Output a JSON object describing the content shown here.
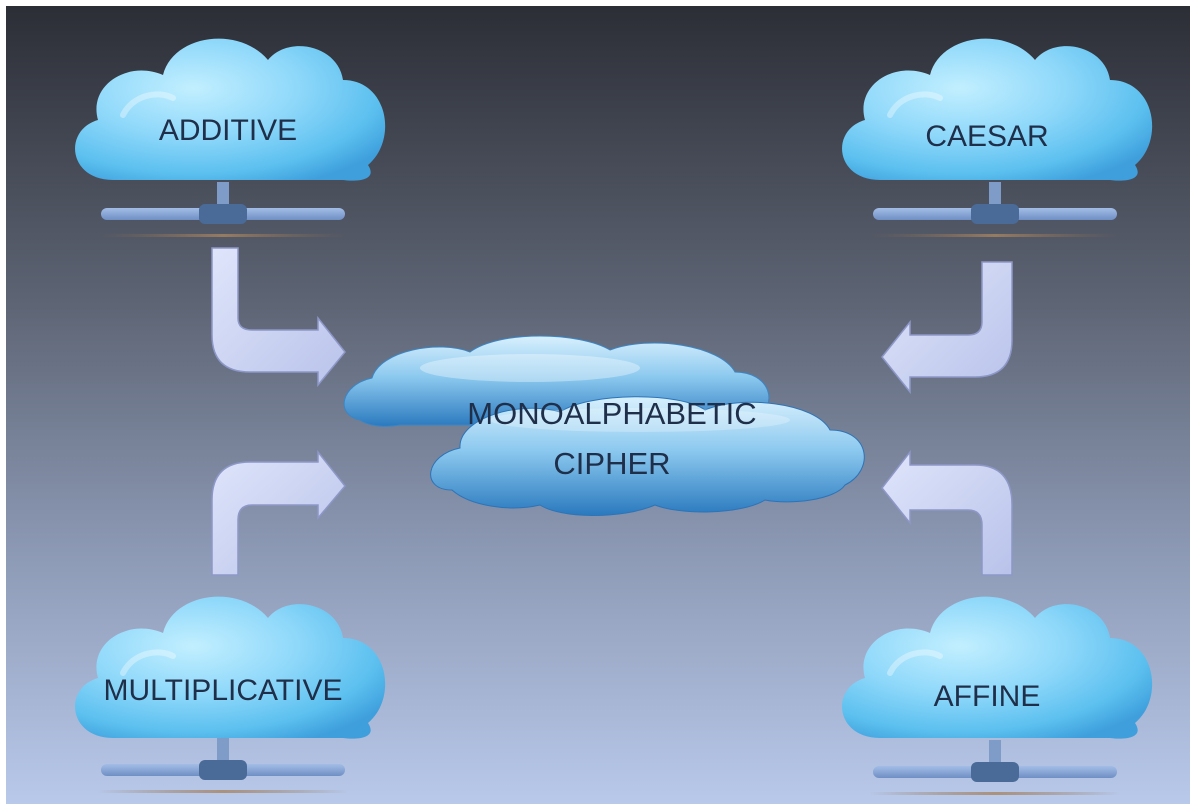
{
  "diagram": {
    "center": {
      "line1": "MONOALPHABETIC",
      "line2": "CIPHER"
    },
    "nodes": {
      "additive": "ADDITIVE",
      "caesar": "CAESAR",
      "multiplicative": "MULTIPLICATIVE",
      "affine": "AFFINE"
    }
  },
  "colors": {
    "background_top": "#2e3038",
    "background_bottom": "#b6c6e6",
    "cloud_light": "#a9e4fb",
    "cloud_mid": "#5fc3f0",
    "cloud_dark": "#3ba6de",
    "center_cloud_dark": "#2b7fc4",
    "arrow_fill": "#cbd3f0",
    "arrow_stroke": "#8d97c8",
    "network_bar": "#8aa6d4",
    "network_hub": "#4d6c98"
  }
}
